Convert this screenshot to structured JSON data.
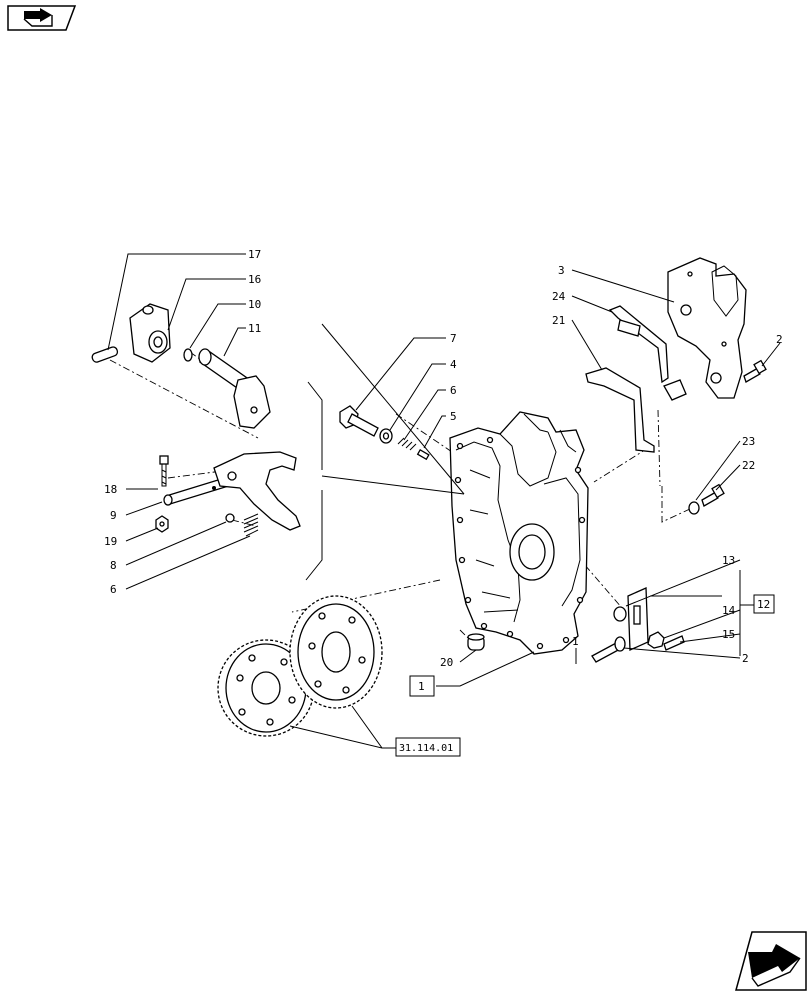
{
  "nav": {
    "prev_icon": "arrow-left-icon",
    "next_icon": "arrow-right-icon"
  },
  "callouts": [
    {
      "id": "c17",
      "label": "17"
    },
    {
      "id": "c16",
      "label": "16"
    },
    {
      "id": "c10",
      "label": "10"
    },
    {
      "id": "c11",
      "label": "11"
    },
    {
      "id": "c7",
      "label": "7"
    },
    {
      "id": "c4",
      "label": "4"
    },
    {
      "id": "c6a",
      "label": "6"
    },
    {
      "id": "c5",
      "label": "5"
    },
    {
      "id": "c18",
      "label": "18"
    },
    {
      "id": "c9",
      "label": "9"
    },
    {
      "id": "c19",
      "label": "19"
    },
    {
      "id": "c8",
      "label": "8"
    },
    {
      "id": "c6b",
      "label": "6"
    },
    {
      "id": "c3",
      "label": "3"
    },
    {
      "id": "c24",
      "label": "24"
    },
    {
      "id": "c21",
      "label": "21"
    },
    {
      "id": "c2a",
      "label": "2"
    },
    {
      "id": "c23",
      "label": "23"
    },
    {
      "id": "c22",
      "label": "22"
    },
    {
      "id": "c13",
      "label": "13"
    },
    {
      "id": "c14",
      "label": "14"
    },
    {
      "id": "c15",
      "label": "15"
    },
    {
      "id": "c2b",
      "label": "2"
    },
    {
      "id": "c20",
      "label": "20"
    },
    {
      "id": "c1dot",
      "label": "1"
    }
  ],
  "boxes": {
    "box1": "1",
    "box12": "12",
    "ref": "31.114.01"
  }
}
